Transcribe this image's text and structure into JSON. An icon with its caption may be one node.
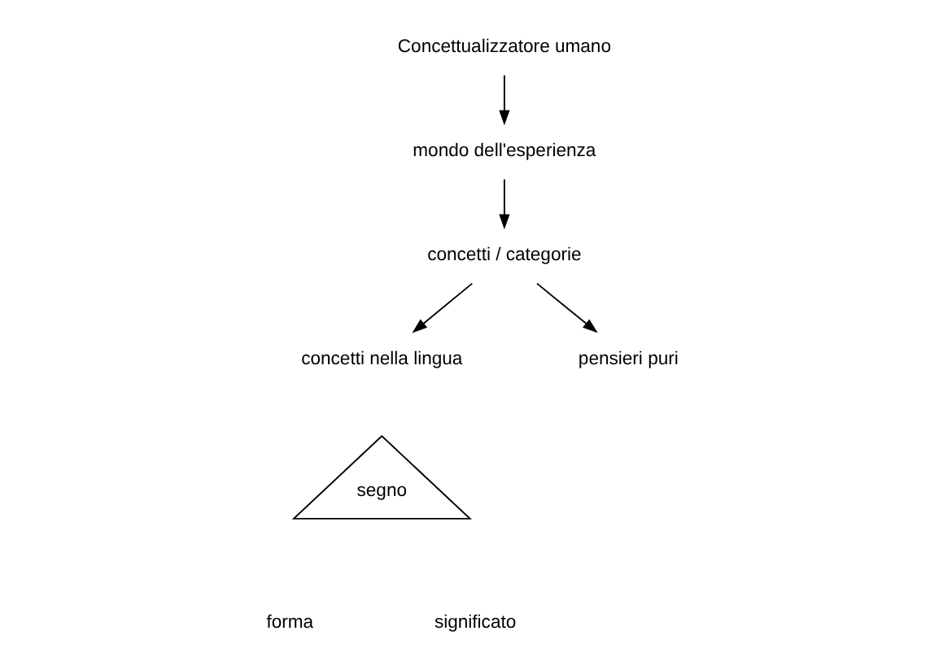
{
  "diagram": {
    "nodes": [
      {
        "text": [
          "Concettualizzatore umano"
        ]
      },
      {
        "text": [
          "mondo dell'esperienza"
        ]
      },
      {
        "text": [
          "concetti / categorie"
        ]
      },
      {
        "text": [
          "concetti nella lingua"
        ]
      },
      {
        "text": [
          "pensieri puri"
        ]
      },
      {
        "text": [
          "segno"
        ]
      }
    ],
    "edges": [
      {
        "from": 0,
        "to": 1,
        "arrow": "to"
      },
      {
        "from": 1,
        "to": 2,
        "arrow": "to"
      },
      {
        "from": 2,
        "to": 3,
        "arrow": "to"
      },
      {
        "from": 2,
        "to": 4,
        "arrow": "to"
      }
    ],
    "labels": [
      "forma",
      "significato"
    ]
  }
}
